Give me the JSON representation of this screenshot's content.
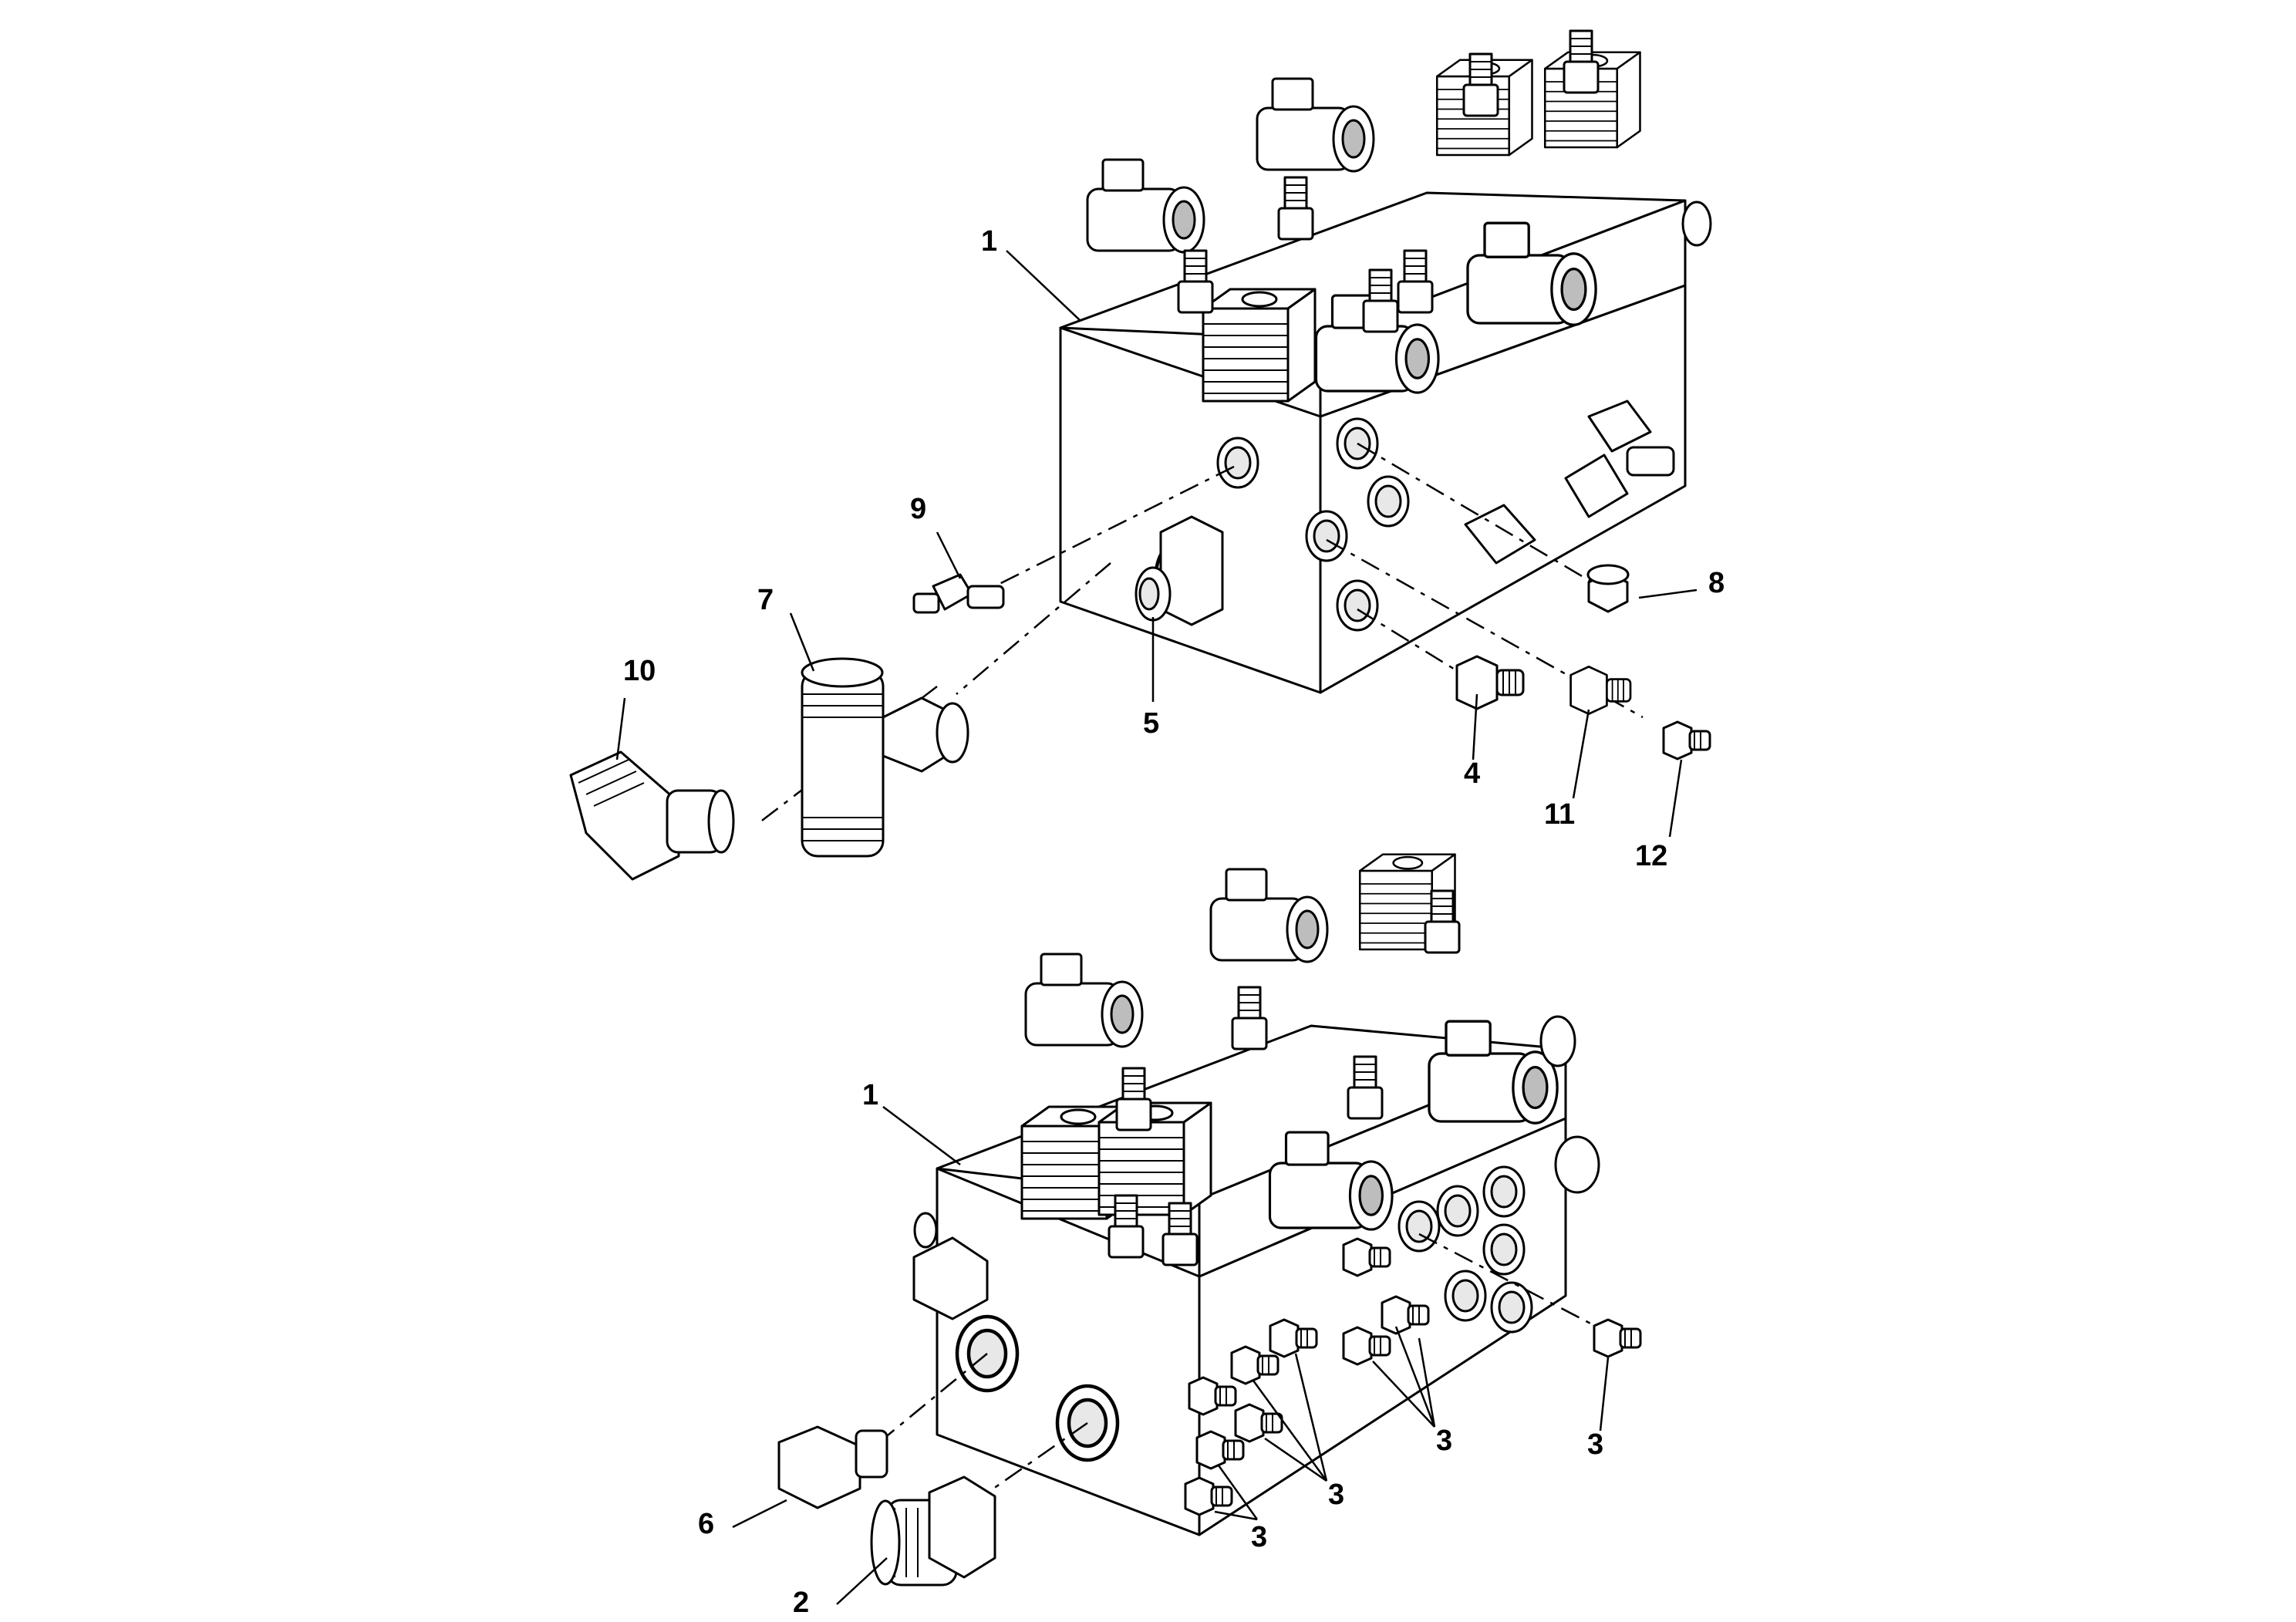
{
  "callouts": {
    "top_block": "1",
    "bottom_block": "1",
    "p2": "2",
    "p3_a": "3",
    "p3_b": "3",
    "p3_c": "3",
    "p3_d": "3",
    "p4": "4",
    "p5": "5",
    "p6": "6",
    "p7": "7",
    "p8": "8",
    "p9": "9",
    "p10": "10",
    "p11": "11",
    "p12": "12"
  }
}
